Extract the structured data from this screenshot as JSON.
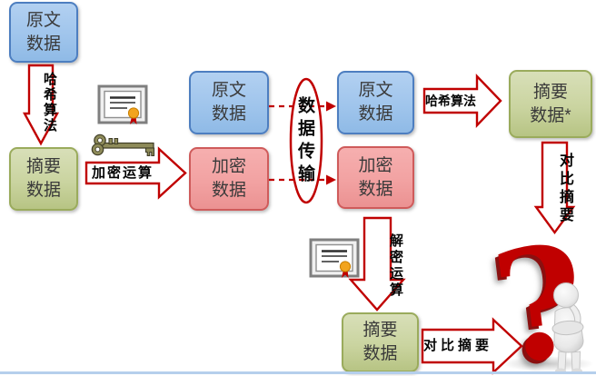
{
  "boxes": {
    "original_sender": "原文\n数据",
    "digest_sender": "摘要\n数据",
    "original_pre_transmit": "原文\n数据",
    "encrypted_pre_transmit": "加密\n数据",
    "original_post_transmit": "原文\n数据",
    "encrypted_post_transmit": "加密\n数据",
    "digest_receiver_star": "摘要\n数据*",
    "digest_receiver": "摘要\n数据"
  },
  "labels": {
    "hash_sender": "哈希算法",
    "encrypt": "加密运算",
    "transmit": "数据传输",
    "hash_receiver": "哈希算法",
    "compare_right": "对比摘要",
    "decrypt": "解密运算",
    "compare_bottom": "对比摘要"
  },
  "icons": {
    "certificate": "certificate-icon",
    "key": "key-icon",
    "question_mark": "?",
    "thinking_person": "thinking-person-icon"
  },
  "colors": {
    "arrow_red": "#C00000",
    "box_blue_fill": "#A0C5EC",
    "box_blue_border": "#4D7EC0",
    "box_pink_fill": "#F2A2A2",
    "box_pink_border": "#CF5B5B",
    "box_green_fill": "#CAD4A0",
    "box_green_border": "#9AAB5C",
    "bottom_line": "#B5CFEC"
  }
}
